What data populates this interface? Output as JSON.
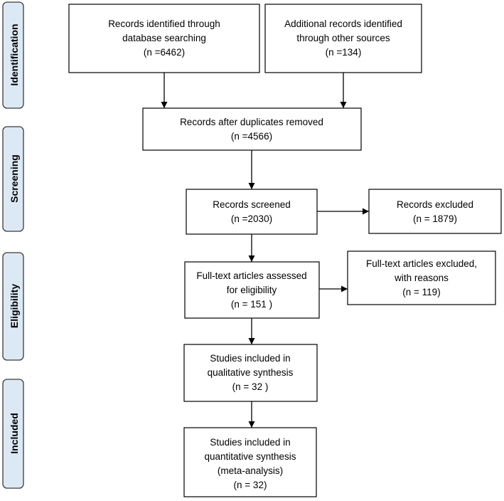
{
  "stages": [
    {
      "id": "identification",
      "label": "Identification"
    },
    {
      "id": "screening",
      "label": "Screening"
    },
    {
      "id": "eligibility",
      "label": "Eligibility"
    },
    {
      "id": "included",
      "label": "Included"
    }
  ],
  "boxes": [
    {
      "id": "db-search",
      "lines": [
        "Records identified through",
        "database searching",
        "(n =6462)"
      ]
    },
    {
      "id": "other-sources",
      "lines": [
        "Additional records identified",
        "through other sources",
        "(n =134)"
      ]
    },
    {
      "id": "duplicates-removed",
      "lines": [
        "Records after duplicates removed",
        "(n =4566)"
      ]
    },
    {
      "id": "screened",
      "lines": [
        "Records screened",
        "(n =2030)"
      ]
    },
    {
      "id": "excluded",
      "lines": [
        "Records excluded",
        "(n = 1879)"
      ]
    },
    {
      "id": "fulltext-assessed",
      "lines": [
        "Full-text articles assessed",
        "for eligibility",
        "(n = 151 )"
      ]
    },
    {
      "id": "fulltext-excluded",
      "lines": [
        "Full-text articles excluded,",
        "with reasons",
        "(n = 119)"
      ]
    },
    {
      "id": "qualitative",
      "lines": [
        "Studies included in",
        "qualitative synthesis",
        "(n =  32 )"
      ]
    },
    {
      "id": "quantitative",
      "lines": [
        "Studies included in",
        "quantitative synthesis",
        "(meta-analysis)",
        "(n = 32)"
      ]
    }
  ],
  "colors": {
    "stage_fill": "#dce9f5",
    "stage_stroke": "#3a3a3a",
    "box_stroke": "#000000",
    "text": "#000000"
  }
}
